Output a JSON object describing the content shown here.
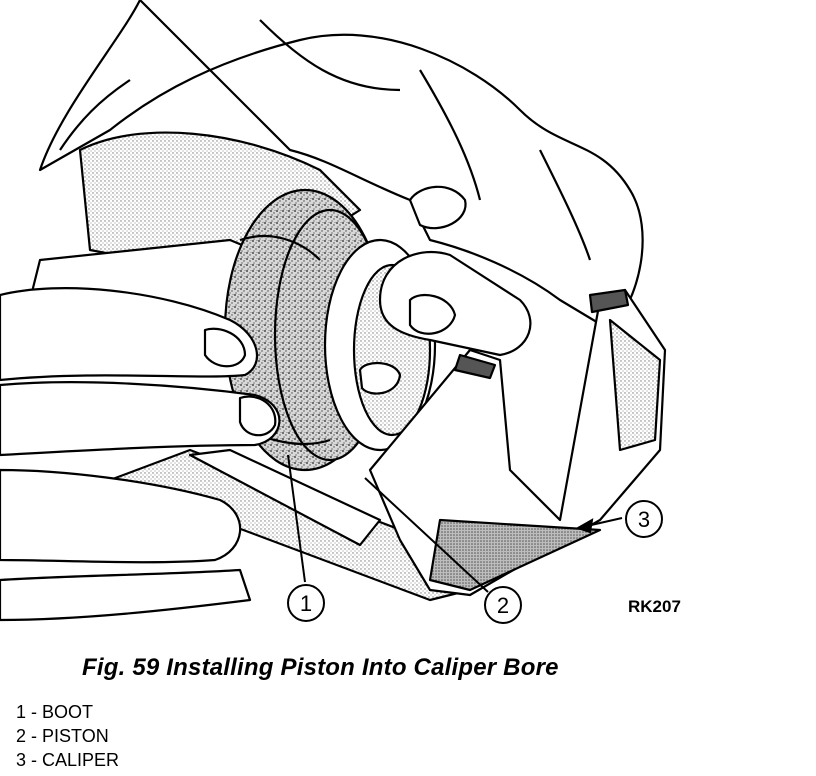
{
  "figure": {
    "drawing_code": "RK207",
    "caption": "Fig. 59 Installing Piston Into Caliper Bore"
  },
  "callouts": [
    {
      "number": "1"
    },
    {
      "number": "2"
    },
    {
      "number": "3"
    }
  ],
  "legend": [
    {
      "number": "1",
      "text": "1 - BOOT"
    },
    {
      "number": "2",
      "text": "2 - PISTON"
    },
    {
      "number": "3",
      "text": "3 - CALIPER"
    }
  ]
}
